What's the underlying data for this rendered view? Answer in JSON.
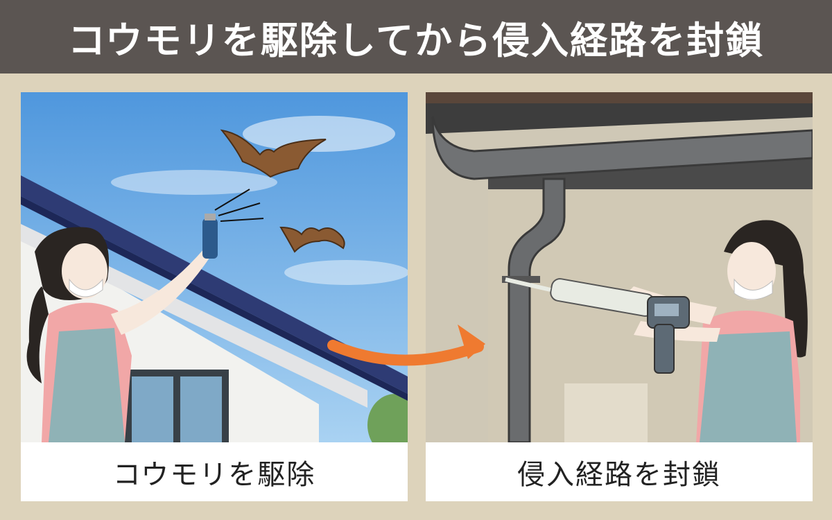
{
  "header": {
    "title": "コウモリを駆除してから侵入経路を封鎖"
  },
  "panels": [
    {
      "caption": "コウモリを駆除",
      "scene": "spray-can-bats-roof"
    },
    {
      "caption": "侵入経路を封鎖",
      "scene": "caulk-gun-downspout"
    }
  ],
  "colors": {
    "header_bg": "#5b5552",
    "page_bg": "#ddd3bb",
    "arrow": "#ef7a30",
    "sky": "#6fb0e8"
  }
}
